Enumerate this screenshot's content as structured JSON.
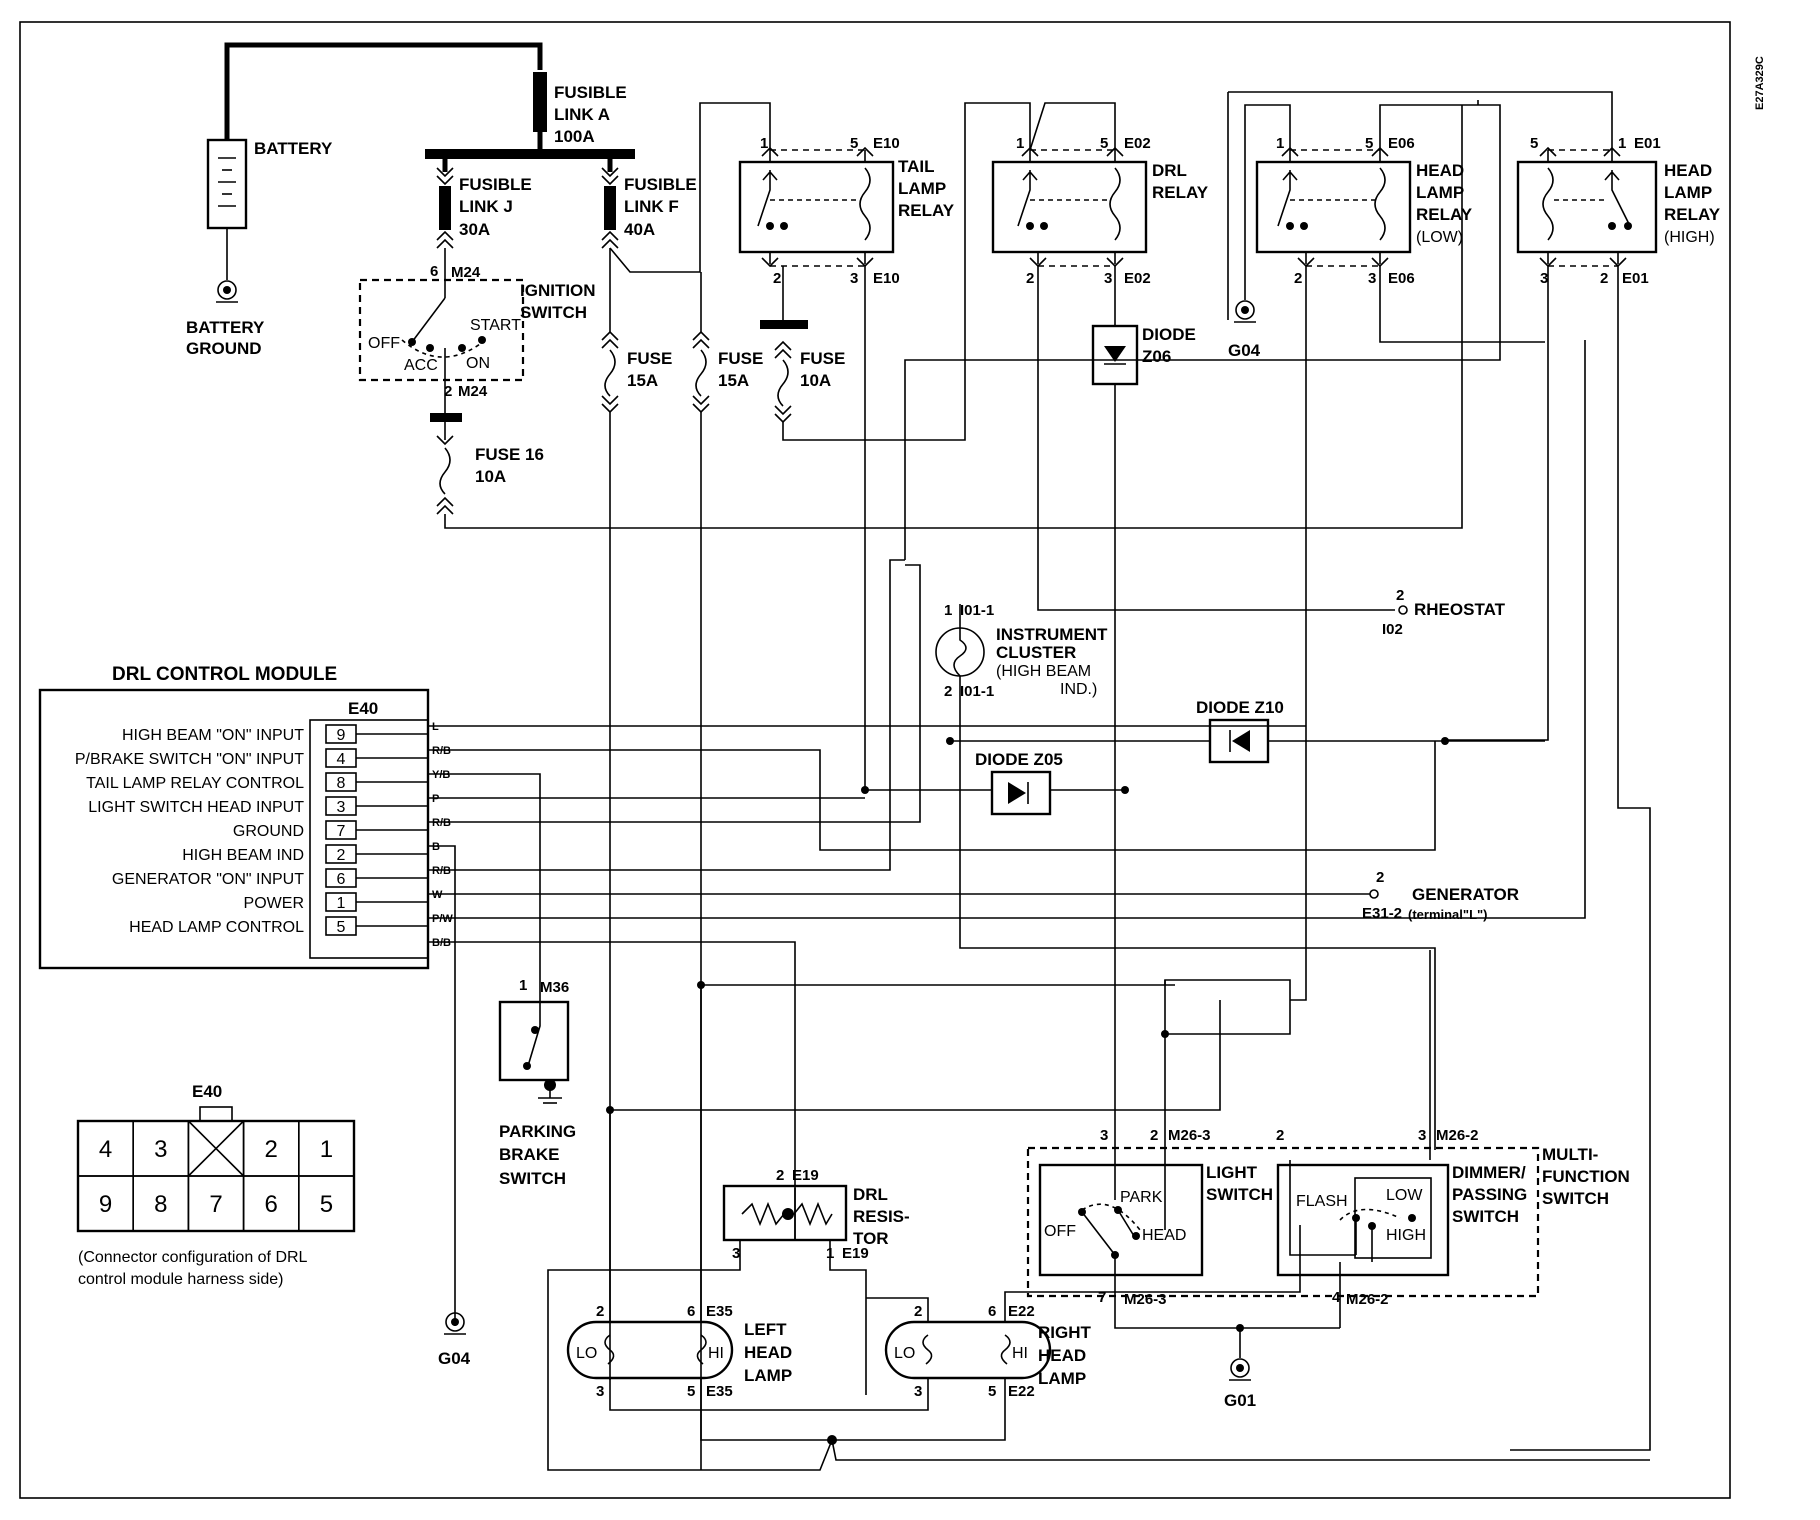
{
  "doc_code": "E27A329C",
  "battery": {
    "label": "BATTERY",
    "ground_1": "BATTERY",
    "ground_2": "GROUND"
  },
  "fusible_a": {
    "l1": "FUSIBLE",
    "l2": "LINK A",
    "l3": "100A"
  },
  "fusible_j": {
    "l1": "FUSIBLE",
    "l2": "LINK J",
    "l3": "30A"
  },
  "fusible_f": {
    "l1": "FUSIBLE",
    "l2": "LINK F",
    "l3": "40A"
  },
  "ignition": {
    "l1": "IGNITION",
    "l2": "SWITCH",
    "conn_top": "M24",
    "conn_bot": "M24",
    "pin_top": "6",
    "pin_bot": "2",
    "off": "OFF",
    "acc": "ACC",
    "on": "ON",
    "start": "START"
  },
  "fuse16": {
    "l1": "FUSE 16",
    "l2": "10A"
  },
  "fuse_a": {
    "l1": "FUSE",
    "l2": "15A"
  },
  "fuse_b": {
    "l1": "FUSE",
    "l2": "15A"
  },
  "fuse_c": {
    "l1": "FUSE",
    "l2": "10A"
  },
  "tail_relay": {
    "l1": "TAIL",
    "l2": "LAMP",
    "l3": "RELAY",
    "conn": "E10",
    "p1": "1",
    "p5": "5",
    "p2": "2",
    "p3": "3"
  },
  "drl_relay": {
    "l1": "DRL",
    "l2": "RELAY",
    "conn": "E02",
    "p1": "1",
    "p5": "5",
    "p2": "2",
    "p3": "3"
  },
  "head_low": {
    "l1": "HEAD",
    "l2": "LAMP",
    "l3": "RELAY",
    "l4": "(LOW)",
    "conn": "E06",
    "p1": "1",
    "p5": "5",
    "p2": "2",
    "p3": "3"
  },
  "head_high": {
    "l1": "HEAD",
    "l2": "LAMP",
    "l3": "RELAY",
    "l4": "(HIGH)",
    "conn": "E01",
    "p5": "5",
    "p1": "1",
    "p3": "3",
    "p2": "2"
  },
  "diode_z06": {
    "l1": "DIODE",
    "l2": "Z06"
  },
  "diode_z05": {
    "label": "DIODE Z05"
  },
  "diode_z10": {
    "label": "DIODE Z10"
  },
  "g04_top": "G04",
  "g04_bot": "G04",
  "g01": "G01",
  "rheostat": {
    "pin": "2",
    "label": "RHEOSTAT",
    "conn": "I02"
  },
  "cluster": {
    "pin1": "1",
    "conn1": "I01-1",
    "pin2": "2",
    "conn2": "I01-1",
    "l1": "INSTRUMENT",
    "l2": "CLUSTER",
    "l3": "(HIGH BEAM",
    "l4": "IND.)"
  },
  "generator": {
    "pin": "2",
    "label": "GENERATOR",
    "conn": "E31-2",
    "terminal": "(terminal\"L\")"
  },
  "drl_module": {
    "title": "DRL CONTROL MODULE",
    "conn": "E40",
    "rows": [
      {
        "label": "HIGH BEAM \"ON\" INPUT",
        "pin": "9",
        "wire": "L"
      },
      {
        "label": "P/BRAKE SWITCH \"ON\" INPUT",
        "pin": "4",
        "wire": "R/B"
      },
      {
        "label": "TAIL LAMP RELAY CONTROL",
        "pin": "8",
        "wire": "Y/B"
      },
      {
        "label": "LIGHT SWITCH HEAD INPUT",
        "pin": "3",
        "wire": "P"
      },
      {
        "label": "GROUND",
        "pin": "7",
        "wire": "R/B"
      },
      {
        "label": "HIGH BEAM IND",
        "pin": "2",
        "wire": "B"
      },
      {
        "label": "GENERATOR \"ON\" INPUT",
        "pin": "6",
        "wire": "R/B"
      },
      {
        "label": "POWER",
        "pin": "1",
        "wire": "W"
      },
      {
        "label": "HEAD LAMP CONTROL",
        "pin": "5",
        "wire": "P/W"
      }
    ],
    "last_wire": "B/B"
  },
  "connector": {
    "title": "E40",
    "top": [
      "4",
      "3",
      "",
      "2",
      "1"
    ],
    "bottom": [
      "9",
      "8",
      "7",
      "6",
      "5"
    ],
    "cap1": "(Connector configuration of DRL",
    "cap2": "control module harness side)"
  },
  "parking_brake": {
    "pin": "1",
    "conn": "M36",
    "l1": "PARKING",
    "l2": "BRAKE",
    "l3": "SWITCH"
  },
  "drl_resistor": {
    "pin_top": "2",
    "conn_top": "E19",
    "pin_l": "3",
    "pin_r": "1",
    "conn_r": "E19",
    "l1": "DRL",
    "l2": "RESIS-",
    "l3": "TOR"
  },
  "left_lamp": {
    "l1": "LEFT",
    "l2": "HEAD",
    "l3": "LAMP",
    "lo": "LO",
    "hi": "HI",
    "p2": "2",
    "p6": "6",
    "p3": "3",
    "p5": "5",
    "conn_top": "E35",
    "conn_bot": "E35"
  },
  "right_lamp": {
    "l1": "RIGHT",
    "l2": "HEAD",
    "l3": "LAMP",
    "lo": "LO",
    "hi": "HI",
    "p2": "2",
    "p6": "6",
    "p3": "3",
    "p5": "5",
    "conn_top": "E22",
    "conn_bot": "E22"
  },
  "light_switch": {
    "l1": "LIGHT",
    "l2": "SWITCH",
    "off": "OFF",
    "park": "PARK",
    "head": "HEAD",
    "p3": "3",
    "p2": "2",
    "conn_top": "M26-3",
    "p7": "7",
    "conn_bot": "M26-3"
  },
  "dimmer": {
    "l1": "DIMMER/",
    "l2": "PASSING",
    "l3": "SWITCH",
    "flash": "FLASH",
    "low": "LOW",
    "high": "HIGH",
    "p2": "2",
    "p3": "3",
    "conn_top": "M26-2",
    "p4": "4",
    "conn_bot": "M26-2"
  },
  "multi": {
    "l1": "MULTI-",
    "l2": "FUNCTION",
    "l3": "SWITCH"
  }
}
